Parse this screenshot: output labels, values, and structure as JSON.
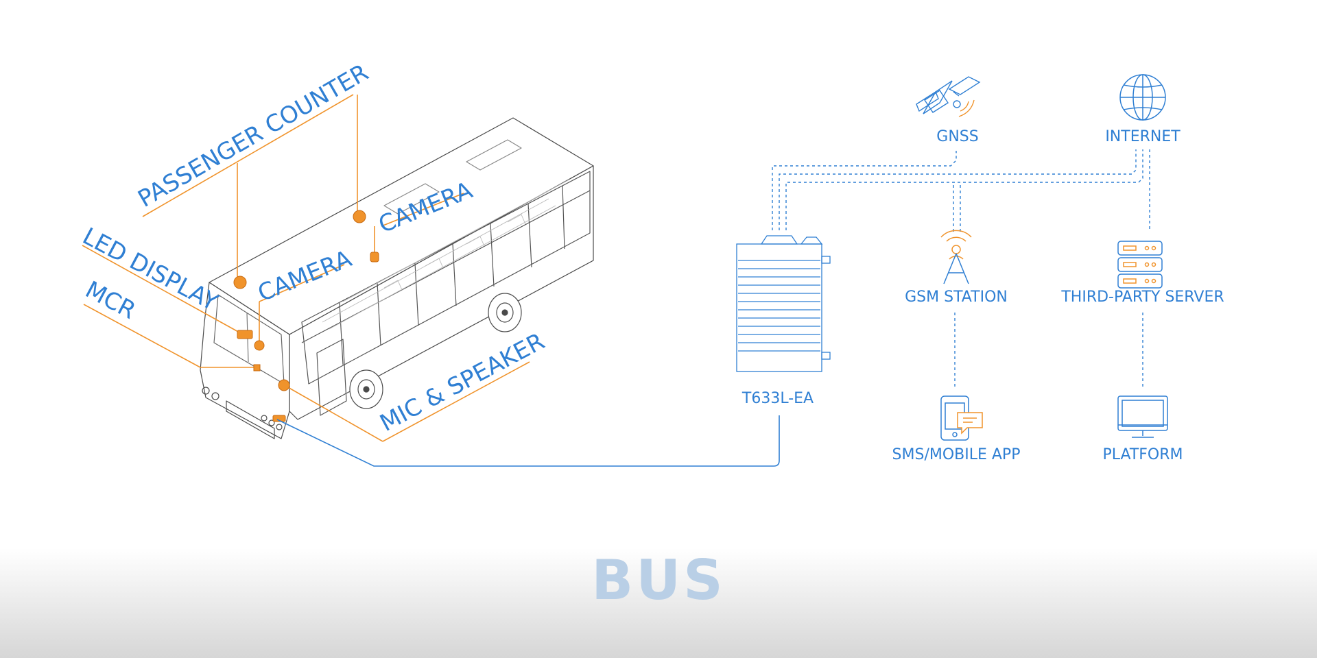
{
  "diagram": {
    "title": "BUS",
    "colors": {
      "blue": "#2f7fd3",
      "orange": "#f0932b",
      "bus_line": "#4a4a4a",
      "title": "#b9cfe6"
    },
    "bus_labels": {
      "passenger_counter": "PASSENGER COUNTER",
      "camera_rear": "CAMERA",
      "camera_front": "CAMERA",
      "led_display": "LED DISPLAY",
      "mcr": "MCR",
      "mic_speaker": "MIC & SPEAKER"
    },
    "device": {
      "label": "T633L-EA"
    },
    "nodes": {
      "gnss": {
        "label": "GNSS",
        "icon": "satellite-icon"
      },
      "internet": {
        "label": "INTERNET",
        "icon": "globe-icon"
      },
      "gsm_station": {
        "label": "GSM STATION",
        "icon": "antenna-tower-icon"
      },
      "third_party_server": {
        "label": "THIRD-PARTY SERVER",
        "icon": "server-icon"
      },
      "sms_app": {
        "label": "SMS/MOBILE APP",
        "icon": "phone-message-icon"
      },
      "platform": {
        "label": "PLATFORM",
        "icon": "monitor-icon"
      }
    }
  }
}
